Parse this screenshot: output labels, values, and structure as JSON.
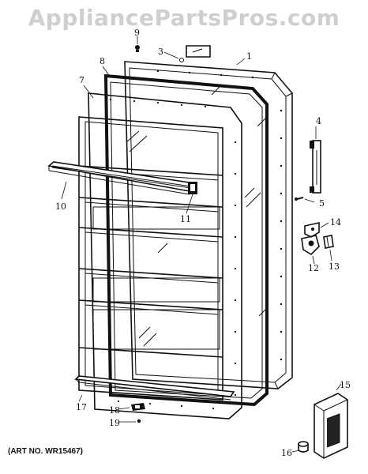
{
  "watermark": "AppliancePartsPros.com",
  "art_number": "(ART NO. WR15467)",
  "callouts": {
    "c1": "1",
    "c3": "3",
    "c4": "4",
    "c5": "5",
    "c7": "7",
    "c8": "8",
    "c9": "9",
    "c10": "10",
    "c11": "11",
    "c12": "12",
    "c13": "13",
    "c14": "14",
    "c15": "15",
    "c16": "16",
    "c17": "17",
    "c18": "18",
    "c19": "19"
  }
}
